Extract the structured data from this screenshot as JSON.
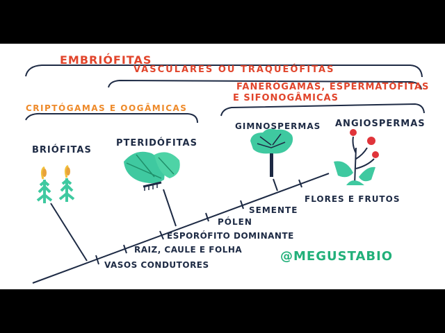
{
  "colors": {
    "frame": "#000000",
    "board": "#ffffff",
    "ink_dark": "#1d2a44",
    "ink_red": "#e1452c",
    "ink_orange": "#ee8a2a",
    "ink_teal": "#22b07a",
    "plant_green": "#3fc9a0",
    "flower_red": "#e0343a",
    "sporophyte_yellow": "#f2c13a"
  },
  "groups": {
    "embriofitas": "EMBRIÓFITAS",
    "vasculares": "VASCULARES OU TRAQUEÓFITAS",
    "fanerogamas_1": "FANERÓGAMAS, ESPERMATÓFITAS",
    "fanerogamas_2": "E SIFONOGÂMICAS",
    "criptogamas": "CRIPTÓGAMAS E OOGÂMICAS"
  },
  "taxa": {
    "briofitas": "BRIÓFITAS",
    "pteridofitas": "PTERIDÓFITAS",
    "gimnospermas": "GIMNOSPERMAS",
    "angiospermas": "ANGIOSPERMAS"
  },
  "traits": {
    "vasos": "VASOS CONDUTORES",
    "raiz": "RAIZ, CAULE E FOLHA",
    "esporofito": "ESPORÓFITO DOMINANTE",
    "polen": "PÓLEN",
    "semente": "SEMENTE",
    "flores": "FLORES E FRUTOS"
  },
  "handle": "@MEGUSTABIO",
  "icons": {
    "briofitas": "moss-icon",
    "pteridofitas": "fern-icon",
    "gimnospermas": "pine-tree-icon",
    "angiospermas": "flowering-plant-icon"
  }
}
